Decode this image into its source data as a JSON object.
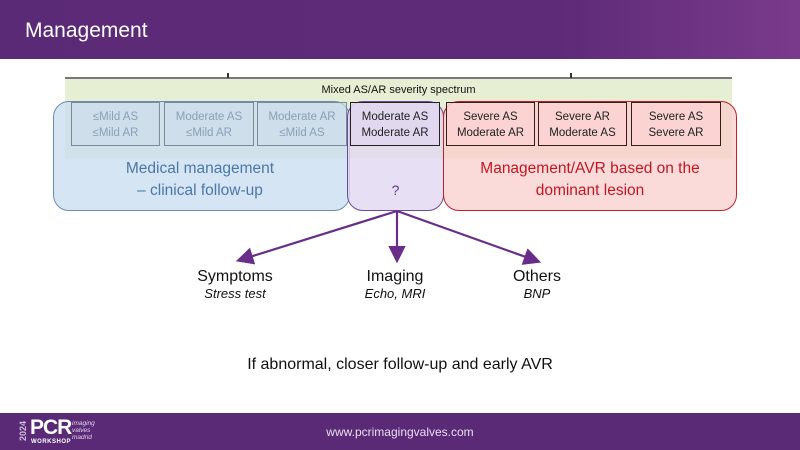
{
  "header": {
    "title": "Management"
  },
  "spectrum": {
    "label": "Mixed AS/AR severity spectrum",
    "cells": [
      {
        "line1": "≤Mild AS",
        "line2": "≤Mild AR"
      },
      {
        "line1": "Moderate AS",
        "line2": "≤Mild AR"
      },
      {
        "line1": "Moderate AR",
        "line2": "≤Mild AS"
      },
      {
        "line1": "Moderate AS",
        "line2": "Moderate AR"
      },
      {
        "line1": "Severe AS",
        "line2": "Moderate AR"
      },
      {
        "line1": "Severe AR",
        "line2": "Moderate AS"
      },
      {
        "line1": "Severe AS",
        "line2": "Severe AR"
      }
    ]
  },
  "regions": {
    "medical": {
      "line1": "Medical management",
      "line2": "– clinical follow-up"
    },
    "uncertain": {
      "text": "?"
    },
    "avr": {
      "line1": "Management/AVR based on the",
      "line2": "dominant lesion"
    }
  },
  "branches": [
    {
      "title": "Symptoms",
      "subtitle": "Stress test"
    },
    {
      "title": "Imaging",
      "subtitle": "Echo, MRI"
    },
    {
      "title": "Others",
      "subtitle": "BNP"
    }
  ],
  "conclusion": "If abnormal, closer follow-up and early AVR",
  "footer": {
    "url": "www.pcrimagingvalves.com",
    "logo": {
      "year": "2024",
      "brand": "PCR",
      "workshop": "WORKSHOP",
      "sub1": "imaging",
      "sub2": "valves",
      "sub3": "madrid"
    }
  },
  "colors": {
    "brand_purple": "#5b2a76",
    "medical_blue": "#4a78a8",
    "avr_red": "#c01820",
    "arrow_purple": "#6a2c8a"
  }
}
